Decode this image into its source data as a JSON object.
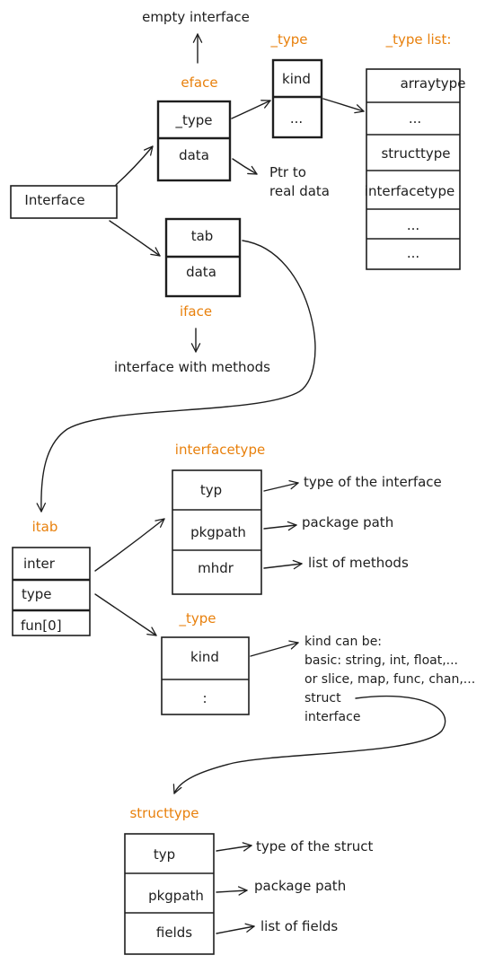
{
  "top": {
    "empty_interface": "empty interface",
    "eface_title": "eface",
    "eface_rows": [
      "_type",
      "data"
    ],
    "ptr_line1": "Ptr to",
    "ptr_line2": "real data",
    "type_title": "_type",
    "type_rows": [
      "kind",
      "..."
    ],
    "type_list_title": "_type list:",
    "type_list_rows": [
      "arraytype",
      "...",
      "structtype",
      "interfacetype",
      "...",
      "..."
    ],
    "interface_label": "Interface",
    "iface_rows": [
      "tab",
      "data"
    ],
    "iface_title": "iface",
    "iface_caption": "interface with methods"
  },
  "middle": {
    "interfacetype_title": "interfacetype",
    "interfacetype_rows": [
      "typ",
      "pkgpath",
      "mhdr"
    ],
    "interfacetype_notes": [
      "type of the interface",
      "package path",
      "list of methods"
    ],
    "itab_title": "itab",
    "itab_rows": [
      "inter",
      "type",
      "fun[0]"
    ],
    "type2_title": "_type",
    "type2_rows": [
      "kind",
      ":"
    ],
    "kind_notes": [
      "kind can be:",
      "basic: string, int, float,...",
      "or slice, map, func, chan,...",
      "struct",
      "interface"
    ]
  },
  "bottom": {
    "structtype_title": "structtype",
    "structtype_rows": [
      "typ",
      "pkgpath",
      "fields"
    ],
    "structtype_notes": [
      "type of the struct",
      "package path",
      "list of fields"
    ]
  }
}
